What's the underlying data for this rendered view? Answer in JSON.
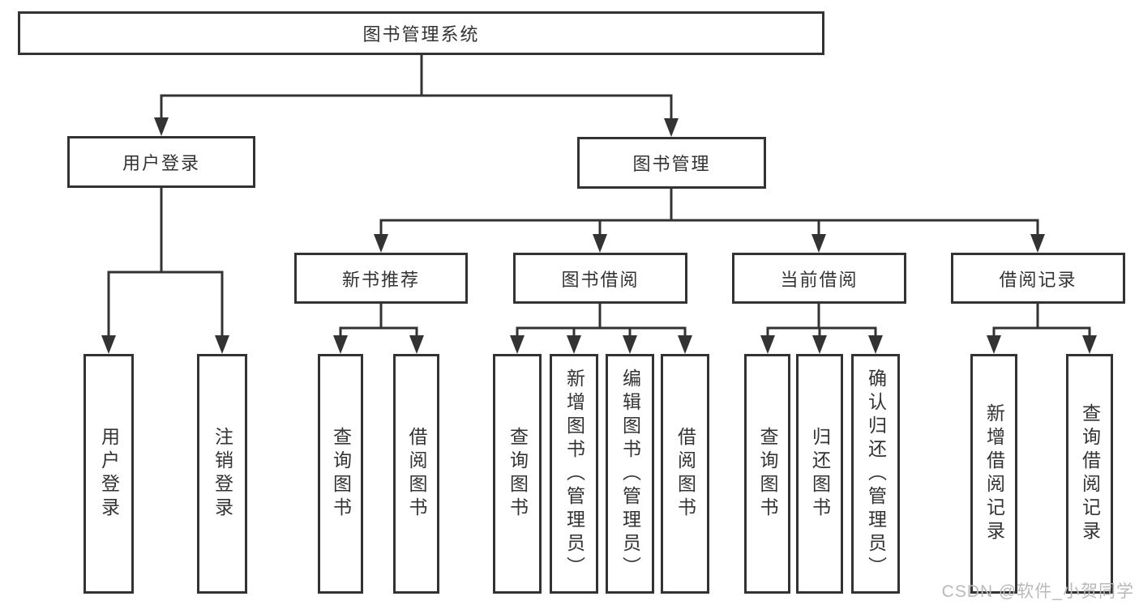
{
  "tree": {
    "root": "图书管理系统",
    "branches": [
      {
        "label": "用户登录",
        "children": [
          "用户登录",
          "注销登录"
        ]
      },
      {
        "label": "图书管理",
        "groups": [
          {
            "label": "新书推荐",
            "children": [
              "查询图书",
              "借阅图书"
            ]
          },
          {
            "label": "图书借阅",
            "children": [
              "查询图书",
              "新增图书（管理员）",
              "编辑图书（管理员）",
              "借阅图书"
            ]
          },
          {
            "label": "当前借阅",
            "children": [
              "查询图书",
              "归还图书",
              "确认归还（管理员）"
            ]
          },
          {
            "label": "借阅记录",
            "children": [
              "新增借阅记录",
              "查询借阅记录"
            ]
          }
        ]
      }
    ]
  },
  "watermark": "CSDN @软件_小贺同学",
  "colors": {
    "line": "#333333",
    "text": "#333333",
    "watermark": "#b9b9b9",
    "background": "#ffffff"
  }
}
